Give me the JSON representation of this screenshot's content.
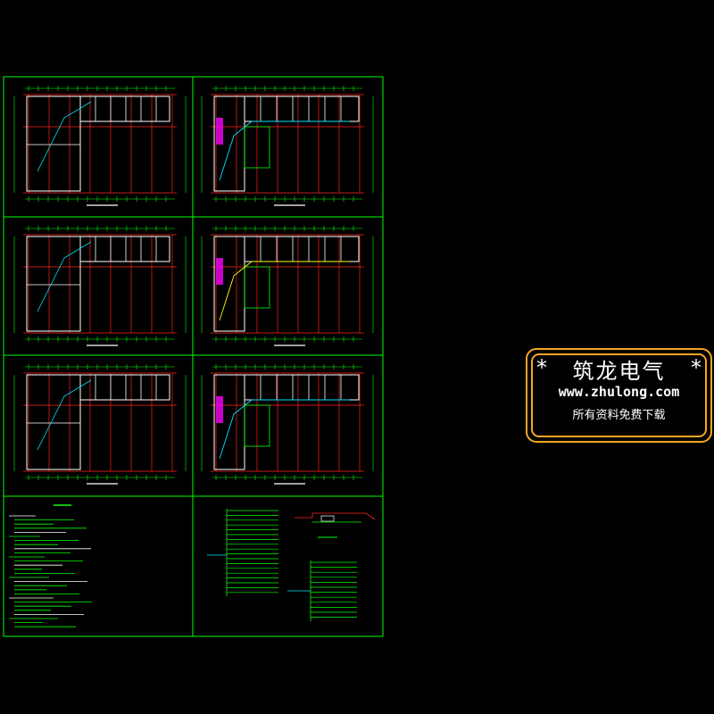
{
  "colors": {
    "background": "#000000",
    "frame": "#00ff00",
    "wall": "#ffffff",
    "grid": "#ff2020",
    "circuit_cyan": "#00e5ff",
    "circuit_magenta": "#ff00ff",
    "circuit_yellow": "#ffff00",
    "stamp_border": "#f5a623"
  },
  "watermark": {
    "star_left": "*",
    "brand": "筑龙电气",
    "star_right": "*",
    "url": "www.zhulong.com",
    "slogan": "所有资料免费下载"
  },
  "panels": [
    {
      "id": "plan-1-left",
      "kind": "floor-plan",
      "variant": "left"
    },
    {
      "id": "plan-1-right",
      "kind": "floor-plan",
      "variant": "right"
    },
    {
      "id": "plan-2-left",
      "kind": "floor-plan",
      "variant": "left"
    },
    {
      "id": "plan-2-right",
      "kind": "floor-plan",
      "variant": "right"
    },
    {
      "id": "plan-3-left",
      "kind": "floor-plan",
      "variant": "left"
    },
    {
      "id": "plan-3-right",
      "kind": "floor-plan",
      "variant": "right"
    },
    {
      "id": "design-notes",
      "kind": "notes"
    },
    {
      "id": "system-diagram",
      "kind": "riser"
    }
  ]
}
